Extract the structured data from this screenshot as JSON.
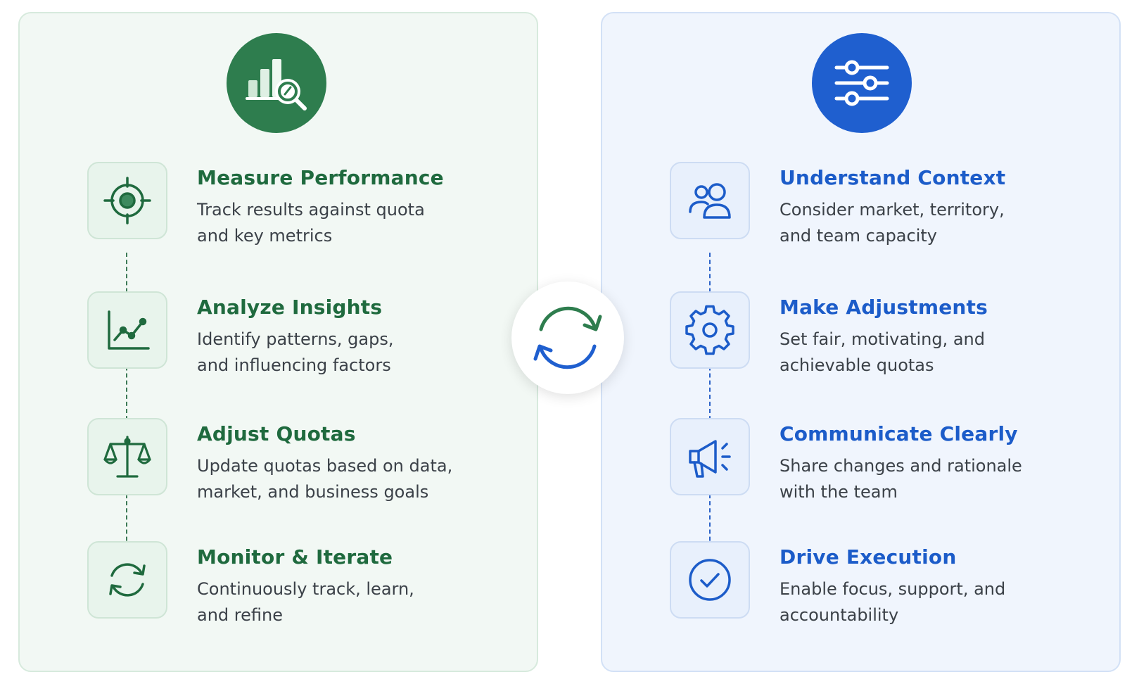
{
  "left": {
    "accent": "#2e7d4e",
    "hero_icon": "bar-chart-magnifier-icon",
    "steps": [
      {
        "icon": "target-icon",
        "title": "Measure Performance",
        "desc_line1": "Track results against quota",
        "desc_line2": "and key metrics"
      },
      {
        "icon": "line-chart-icon",
        "title": "Analyze Insights",
        "desc_line1": "Identify patterns, gaps,",
        "desc_line2": "and influencing factors"
      },
      {
        "icon": "scale-icon",
        "title": "Adjust Quotas",
        "desc_line1": "Update quotas based on data,",
        "desc_line2": "market, and business goals"
      },
      {
        "icon": "refresh-icon",
        "title": "Monitor & Iterate",
        "desc_line1": "Continuously track, learn,",
        "desc_line2": "and refine"
      }
    ]
  },
  "right": {
    "accent": "#1f5fcf",
    "hero_icon": "sliders-icon",
    "steps": [
      {
        "icon": "users-icon",
        "title": "Understand Context",
        "desc_line1": "Consider market, territory,",
        "desc_line2": "and team capacity"
      },
      {
        "icon": "gear-icon",
        "title": "Make Adjustments",
        "desc_line1": "Set fair, motivating, and",
        "desc_line2": "achievable quotas"
      },
      {
        "icon": "megaphone-icon",
        "title": "Communicate Clearly",
        "desc_line1": "Share changes and rationale",
        "desc_line2": "with the team"
      },
      {
        "icon": "check-circle-icon",
        "title": "Drive Execution",
        "desc_line1": "Enable focus, support, and",
        "desc_line2": "accountability"
      }
    ]
  },
  "center_icon": "cycle-arrows-icon"
}
